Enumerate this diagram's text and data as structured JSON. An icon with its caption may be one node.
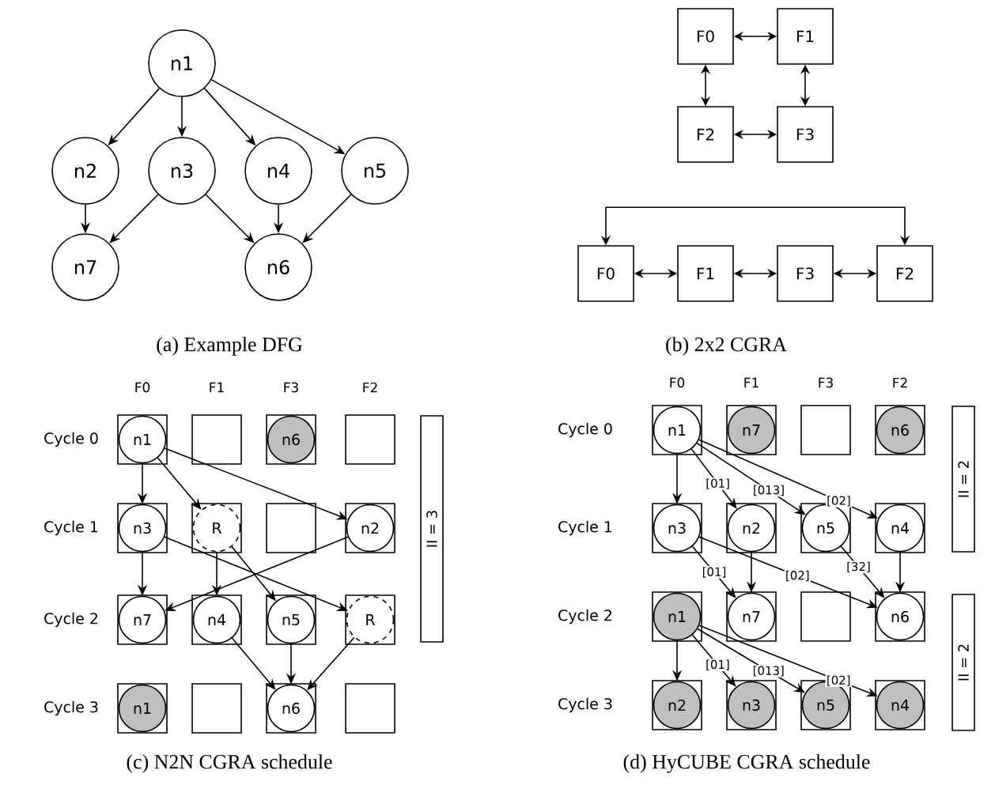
{
  "diagram": {
    "nodes": [
      {
        "text": [
          "n1"
        ]
      },
      {
        "text": [
          "n2"
        ]
      },
      {
        "text": [
          "n3"
        ]
      },
      {
        "text": [
          "n4"
        ]
      },
      {
        "text": [
          "n5"
        ]
      },
      {
        "text": [
          "n7"
        ]
      },
      {
        "text": [
          "n6"
        ]
      },
      {
        "text": [
          "F0"
        ]
      },
      {
        "text": [
          "F1"
        ]
      },
      {
        "text": [
          "F2"
        ]
      },
      {
        "text": [
          "F3"
        ]
      },
      {
        "text": [
          "F0"
        ]
      },
      {
        "text": [
          "F1"
        ]
      },
      {
        "text": [
          "F3"
        ]
      },
      {
        "text": [
          "F2"
        ]
      },
      {
        "text": [],
        "shape": "box"
      },
      {
        "text": [
          "n1"
        ],
        "in": 15
      },
      {
        "text": [],
        "shape": "box"
      },
      {
        "text": [],
        "shape": "box"
      },
      {
        "text": [
          "n6"
        ],
        "in": 18
      },
      {
        "text": [],
        "shape": "box"
      },
      {
        "text": [],
        "shape": "box"
      },
      {
        "text": [
          "n3"
        ],
        "in": 21
      },
      {
        "text": [],
        "shape": "box"
      },
      {
        "text": [
          "R"
        ],
        "in": 23
      },
      {
        "text": [],
        "shape": "box"
      },
      {
        "text": [],
        "shape": "box"
      },
      {
        "text": [
          "n2"
        ],
        "in": 26
      },
      {
        "text": [],
        "shape": "box"
      },
      {
        "text": [
          "n7"
        ],
        "in": 28
      },
      {
        "text": [],
        "shape": "box"
      },
      {
        "text": [
          "n4"
        ],
        "in": 30
      },
      {
        "text": [],
        "shape": "box"
      },
      {
        "text": [
          "n5"
        ],
        "in": 32
      },
      {
        "text": [],
        "shape": "box"
      },
      {
        "text": [
          "R"
        ],
        "in": 34
      },
      {
        "text": [],
        "shape": "box"
      },
      {
        "text": [
          "n1"
        ],
        "in": 36
      },
      {
        "text": [],
        "shape": "box"
      },
      {
        "text": [],
        "shape": "box"
      },
      {
        "text": [
          "n6"
        ],
        "in": 39
      },
      {
        "text": [],
        "shape": "box"
      },
      {
        "text": [
          "II = 3"
        ]
      },
      {
        "text": [],
        "shape": "box"
      },
      {
        "text": [
          "n1"
        ],
        "in": 43
      },
      {
        "text": [],
        "shape": "box"
      },
      {
        "text": [
          "n7"
        ],
        "in": 45
      },
      {
        "text": [],
        "shape": "box"
      },
      {
        "text": [],
        "shape": "box"
      },
      {
        "text": [
          "n6"
        ],
        "in": 48
      },
      {
        "text": [],
        "shape": "box"
      },
      {
        "text": [
          "n3"
        ],
        "in": 50
      },
      {
        "text": [],
        "shape": "box"
      },
      {
        "text": [
          "n2"
        ],
        "in": 52
      },
      {
        "text": [],
        "shape": "box"
      },
      {
        "text": [
          "n5"
        ],
        "in": 54
      },
      {
        "text": [],
        "shape": "box"
      },
      {
        "text": [
          "n4"
        ],
        "in": 56
      },
      {
        "text": [],
        "shape": "box"
      },
      {
        "text": [
          "n1"
        ],
        "in": 58
      },
      {
        "text": [],
        "shape": "box"
      },
      {
        "text": [
          "n7"
        ],
        "in": 60
      },
      {
        "text": [],
        "shape": "box"
      },
      {
        "text": [],
        "shape": "box"
      },
      {
        "text": [
          "n6"
        ],
        "in": 63
      },
      {
        "text": [],
        "shape": "box"
      },
      {
        "text": [
          "n2"
        ],
        "in": 65
      },
      {
        "text": [],
        "shape": "box"
      },
      {
        "text": [
          "n3"
        ],
        "in": 67
      },
      {
        "text": [],
        "shape": "box"
      },
      {
        "text": [
          "n5"
        ],
        "in": 69
      },
      {
        "text": [],
        "shape": "box"
      },
      {
        "text": [
          "n4"
        ],
        "in": 71
      },
      {
        "text": [
          "II = 2"
        ]
      },
      {
        "text": [
          "II = 2"
        ]
      }
    ],
    "edges": [
      {
        "from": 0,
        "to": 1,
        "arrow": "to"
      },
      {
        "from": 0,
        "to": 2,
        "arrow": "to"
      },
      {
        "from": 0,
        "to": 3,
        "arrow": "to"
      },
      {
        "from": 0,
        "to": 4,
        "arrow": "to"
      },
      {
        "from": 1,
        "to": 5,
        "arrow": "to"
      },
      {
        "from": 2,
        "to": 5,
        "arrow": "to"
      },
      {
        "from": 2,
        "to": 6,
        "arrow": "to"
      },
      {
        "from": 3,
        "to": 6,
        "arrow": "to"
      },
      {
        "from": 4,
        "to": 6,
        "arrow": "to"
      },
      {
        "from": 7,
        "to": 8,
        "arrow": "both"
      },
      {
        "from": 7,
        "to": 9,
        "arrow": "both"
      },
      {
        "from": 8,
        "to": 10,
        "arrow": "both"
      },
      {
        "from": 9,
        "to": 10,
        "arrow": "both"
      },
      {
        "from": 11,
        "to": 12,
        "arrow": "both"
      },
      {
        "from": 12,
        "to": 13,
        "arrow": "both"
      },
      {
        "from": 13,
        "to": 14,
        "arrow": "both"
      },
      {
        "from": 11,
        "to": 14,
        "arrow": "both"
      },
      {
        "from": 16,
        "to": 22,
        "arrow": "to"
      },
      {
        "from": 16,
        "to": 24,
        "arrow": "to"
      },
      {
        "from": 16,
        "to": 27,
        "arrow": "to"
      },
      {
        "from": 22,
        "to": 29,
        "arrow": "to"
      },
      {
        "from": 22,
        "to": 35,
        "arrow": "to"
      },
      {
        "from": 24,
        "to": 31,
        "arrow": "to"
      },
      {
        "from": 24,
        "to": 33,
        "arrow": "to"
      },
      {
        "from": 27,
        "to": 29,
        "arrow": "to"
      },
      {
        "from": 31,
        "to": 40,
        "arrow": "to"
      },
      {
        "from": 33,
        "to": 40,
        "arrow": "to"
      },
      {
        "from": 35,
        "to": 40,
        "arrow": "to"
      },
      {
        "from": 44,
        "to": 51,
        "arrow": "to"
      },
      {
        "from": 44,
        "to": 53,
        "arrow": "to",
        "label": "[01]"
      },
      {
        "from": 44,
        "to": 55,
        "arrow": "to",
        "label": "[013]"
      },
      {
        "from": 44,
        "to": 57,
        "arrow": "to",
        "label": "[02]"
      },
      {
        "from": 51,
        "to": 61,
        "arrow": "to",
        "label": "[01]"
      },
      {
        "from": 51,
        "to": 64,
        "arrow": "to",
        "label": "[02]"
      },
      {
        "from": 53,
        "to": 61,
        "arrow": "to"
      },
      {
        "from": 55,
        "to": 64,
        "arrow": "to",
        "label": "[32]"
      },
      {
        "from": 57,
        "to": 64,
        "arrow": "to"
      },
      {
        "from": 59,
        "to": 66,
        "arrow": "to"
      },
      {
        "from": 59,
        "to": 68,
        "arrow": "to",
        "label": "[01]"
      },
      {
        "from": 59,
        "to": 70,
        "arrow": "to",
        "label": "[013]"
      },
      {
        "from": 59,
        "to": 72,
        "arrow": "to",
        "label": "[02]"
      }
    ],
    "labels": [
      "(a) Example DFG",
      "(b) 2x2 CGRA",
      "F0",
      "F1",
      "F3",
      "F2",
      "F0",
      "F1",
      "F3",
      "F2",
      "Cycle 0",
      "Cycle 1",
      "Cycle 2",
      "Cycle 3",
      "Cycle 0",
      "Cycle 1",
      "Cycle 2",
      "Cycle 3",
      "(c) N2N CGRA schedule",
      "(d) HyCUBE CGRA schedule"
    ]
  }
}
